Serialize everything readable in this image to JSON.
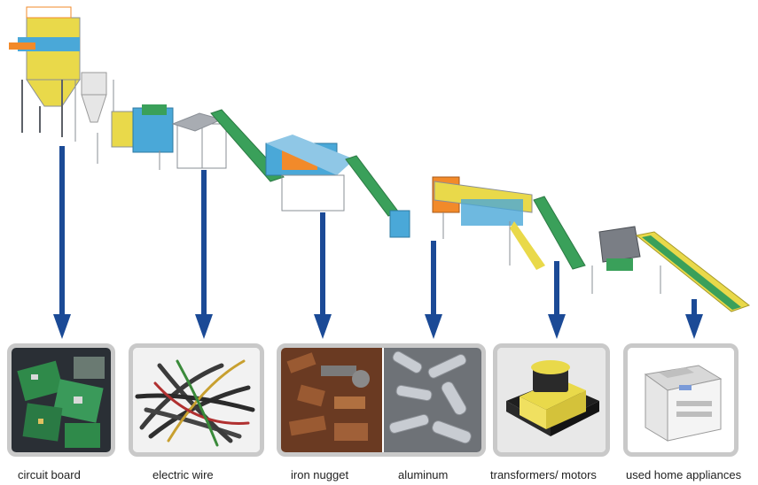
{
  "labels": {
    "circuit_board": "circuit board",
    "electric_wire": "electric wire",
    "iron_nugget": "iron nugget",
    "aluminum": "aluminum",
    "transformers_motors": "transformers/ motors",
    "used_home_appliances": "used home appliances"
  },
  "colors": {
    "arrow": "#1b4a96",
    "frame": "#c9c9c9",
    "machine_yellow": "#e9d94a",
    "machine_blue": "#4aa8d8",
    "conveyor_green": "#3aa05a",
    "frame_gray": "#8a8f96",
    "rust": "#8a4a2a",
    "steel": "#b8bcc2"
  },
  "icons": [
    "down-arrow-icon"
  ]
}
